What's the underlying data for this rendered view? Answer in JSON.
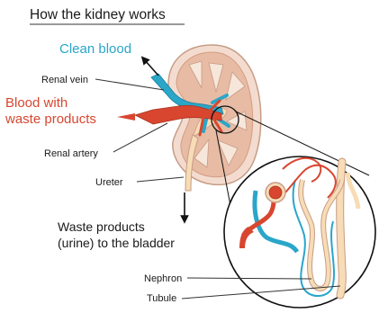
{
  "title": "How the kidney works",
  "labels": {
    "clean_blood": "Clean blood",
    "renal_vein": "Renal vein",
    "blood_waste_line1": "Blood with",
    "blood_waste_line2": "waste products",
    "renal_artery": "Renal artery",
    "ureter": "Ureter",
    "waste_line1": "Waste products",
    "waste_line2": "(urine) to the bladder",
    "nephron": "Nephron",
    "tubule": "Tubule"
  },
  "colors": {
    "artery": "#d8462f",
    "vein": "#2aa6c9",
    "kidney_outer": "#f3dccf",
    "kidney_inner": "#e8bba4",
    "ureter": "#f7dcb6"
  }
}
